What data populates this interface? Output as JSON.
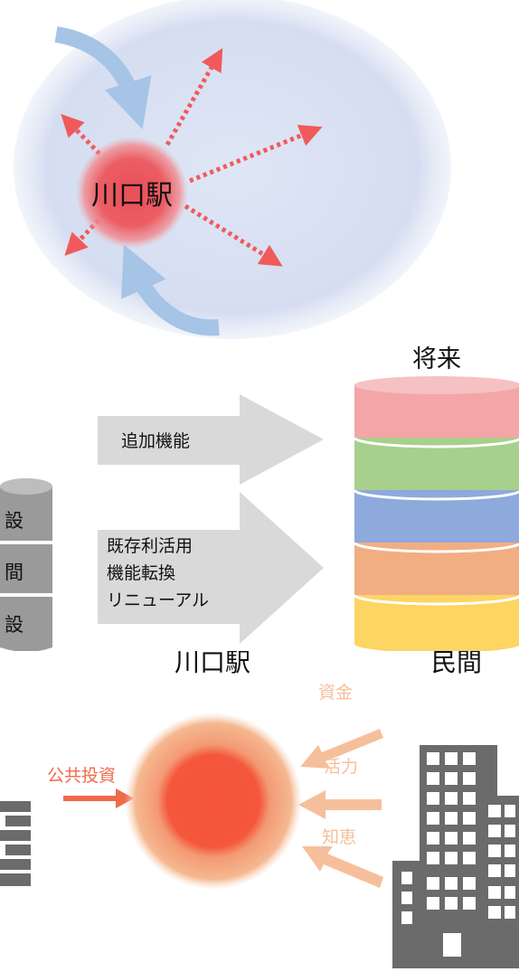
{
  "top_diagram": {
    "station_label": "川口駅",
    "colors": {
      "ellipse": "#d6def2",
      "inflow_arrow": "#a5c4e6",
      "outflow_arrow": "#f05a5a",
      "station_glow": "#ec5a62"
    }
  },
  "middle_diagram": {
    "future_label": "将来",
    "arrow_labels": {
      "top": "追加機能",
      "bottom_lines": [
        "既存利活用",
        "機能転換",
        "リニューアル"
      ]
    },
    "current_stack_labels": [
      "設",
      "間",
      "設"
    ],
    "future_stack_colors": [
      "#f4a5a7",
      "#a6d08c",
      "#8ea9dc",
      "#f1ae83",
      "#fdd562"
    ]
  },
  "bottom_diagram": {
    "station_label": "川口駅",
    "private_label": "民間",
    "public_label": "公共投資",
    "inflow_labels": [
      "資金",
      "活力",
      "知恵"
    ],
    "colors": {
      "public_arrow": "#f06a4a",
      "private_arrow": "#f6bf9c",
      "building": "#6b6b6b"
    }
  }
}
